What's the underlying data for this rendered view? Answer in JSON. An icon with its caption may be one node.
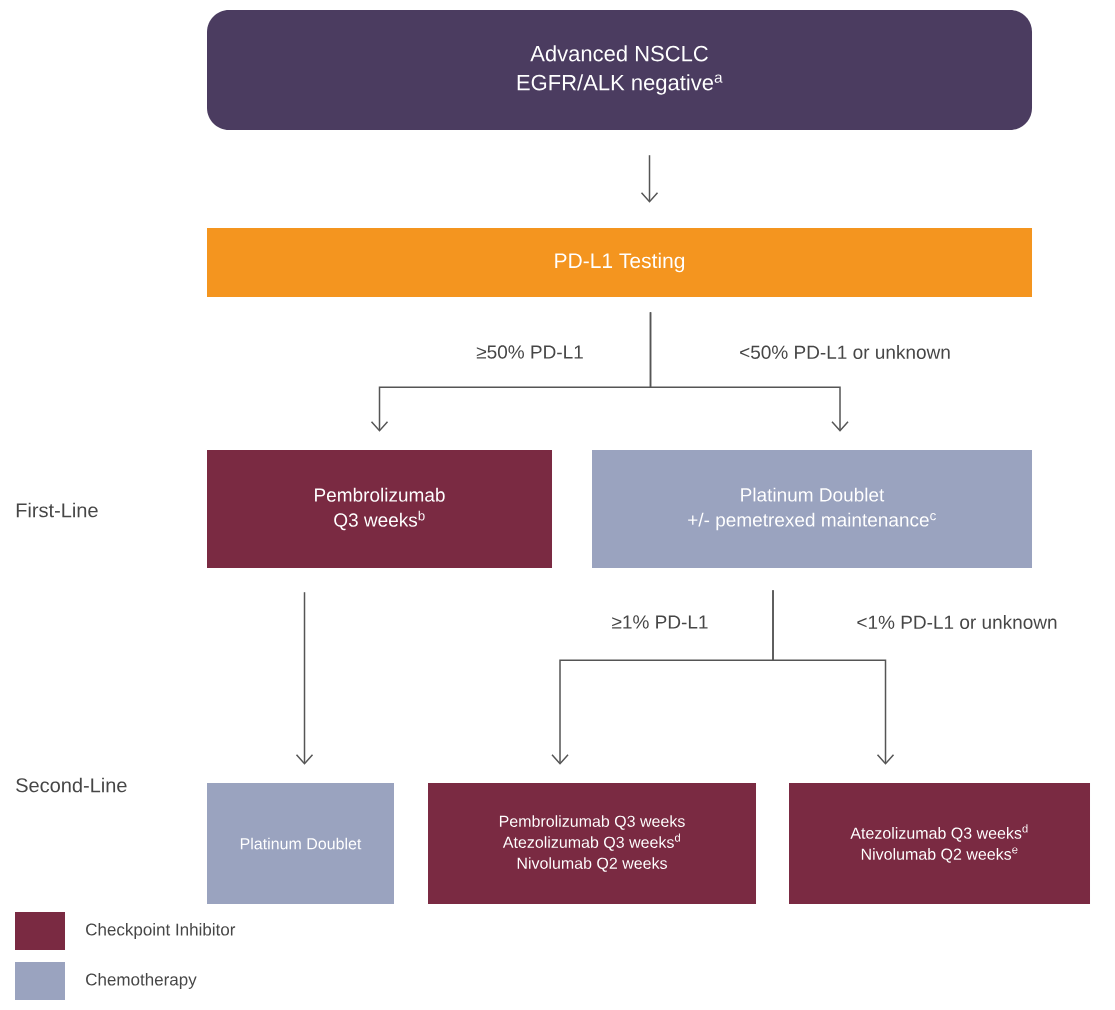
{
  "diagram": {
    "nodes": [
      {
        "text": [
          "Advanced NSCLC",
          "EGFR/ALK negative$^{a}$"
        ]
      },
      {
        "text": [
          "PD-L1 Testing"
        ]
      },
      {
        "text": [
          "Pembrolizumab",
          "Q3 weeks$^{b}$"
        ]
      },
      {
        "text": [
          "Platinum Doublet",
          "+/- pemetrexed maintenance$^{c}$"
        ]
      },
      {
        "text": [
          "Platinum Doublet"
        ]
      },
      {
        "text": [
          "Pembrolizumab Q3 weeks",
          "Atezolizumab Q3 weeks$^{d}$",
          "Nivolumab Q2 weeks"
        ]
      },
      {
        "text": [
          "Atezolizumab Q3 weeks$^{d}$",
          "Nivolumab Q2 weeks$^{e}$"
        ]
      }
    ],
    "edges": [
      {
        "from": 0,
        "to": 1,
        "arrow": "to"
      },
      {
        "from": 1,
        "to": 2,
        "arrow": "to",
        "label": "≥50% PD-L1"
      },
      {
        "from": 1,
        "to": 3,
        "arrow": "to",
        "label": "<50% PD-L1 or unknown"
      },
      {
        "from": 2,
        "to": 4,
        "arrow": "to"
      },
      {
        "from": 3,
        "to": 5,
        "arrow": "to",
        "label": "≥1% PD-L1"
      },
      {
        "from": 3,
        "to": 6,
        "arrow": "to",
        "label": "<1% PD-L1 or unknown"
      }
    ],
    "labels": [
      "First-Line",
      "Second-Line"
    ],
    "legend": [
      {
        "text": "Checkpoint Inhibitor",
        "color": "#7a2a42"
      },
      {
        "text": "Chemotherapy",
        "color": "#9aa3bf"
      }
    ]
  }
}
